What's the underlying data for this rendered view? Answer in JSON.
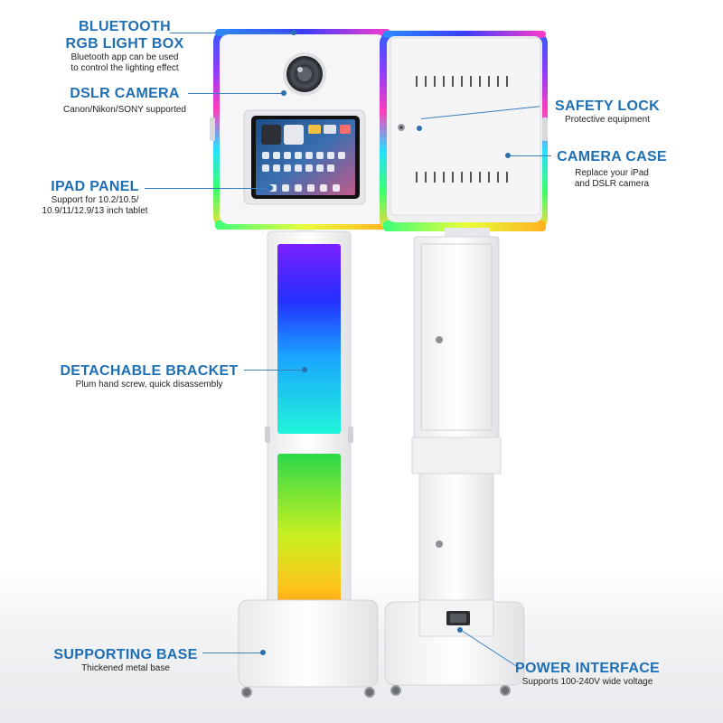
{
  "callouts": {
    "bluetooth": {
      "title_1": "BLUETOOTH",
      "title_2": "RGB LIGHT BOX",
      "desc_1": "Bluetooth app can be used",
      "desc_2": "to control the lighting effect"
    },
    "dslr": {
      "title": "DSLR CAMERA",
      "desc": "Canon/Nikon/SONY supported"
    },
    "ipad": {
      "title": "IPAD PANEL",
      "desc_1": "Support for 10.2/10.5/",
      "desc_2": "10.9/11/12.9/13 inch tablet"
    },
    "bracket": {
      "title": "DETACHABLE BRACKET",
      "desc": "Plum hand screw, quick disassembly"
    },
    "base": {
      "title": "SUPPORTING BASE",
      "desc": "Thickened metal base"
    },
    "safety_lock": {
      "title": "SAFETY LOCK",
      "desc": "Protective equipment"
    },
    "camera_case": {
      "title": "CAMERA CASE",
      "desc_1": "Replace your iPad",
      "desc_2": "and DSLR camera"
    },
    "power": {
      "title": "POWER INTERFACE",
      "desc": "Supports 100-240V wide voltage"
    }
  },
  "colors": {
    "accent": "#1f6fb5",
    "line": "#3a7fc0"
  }
}
